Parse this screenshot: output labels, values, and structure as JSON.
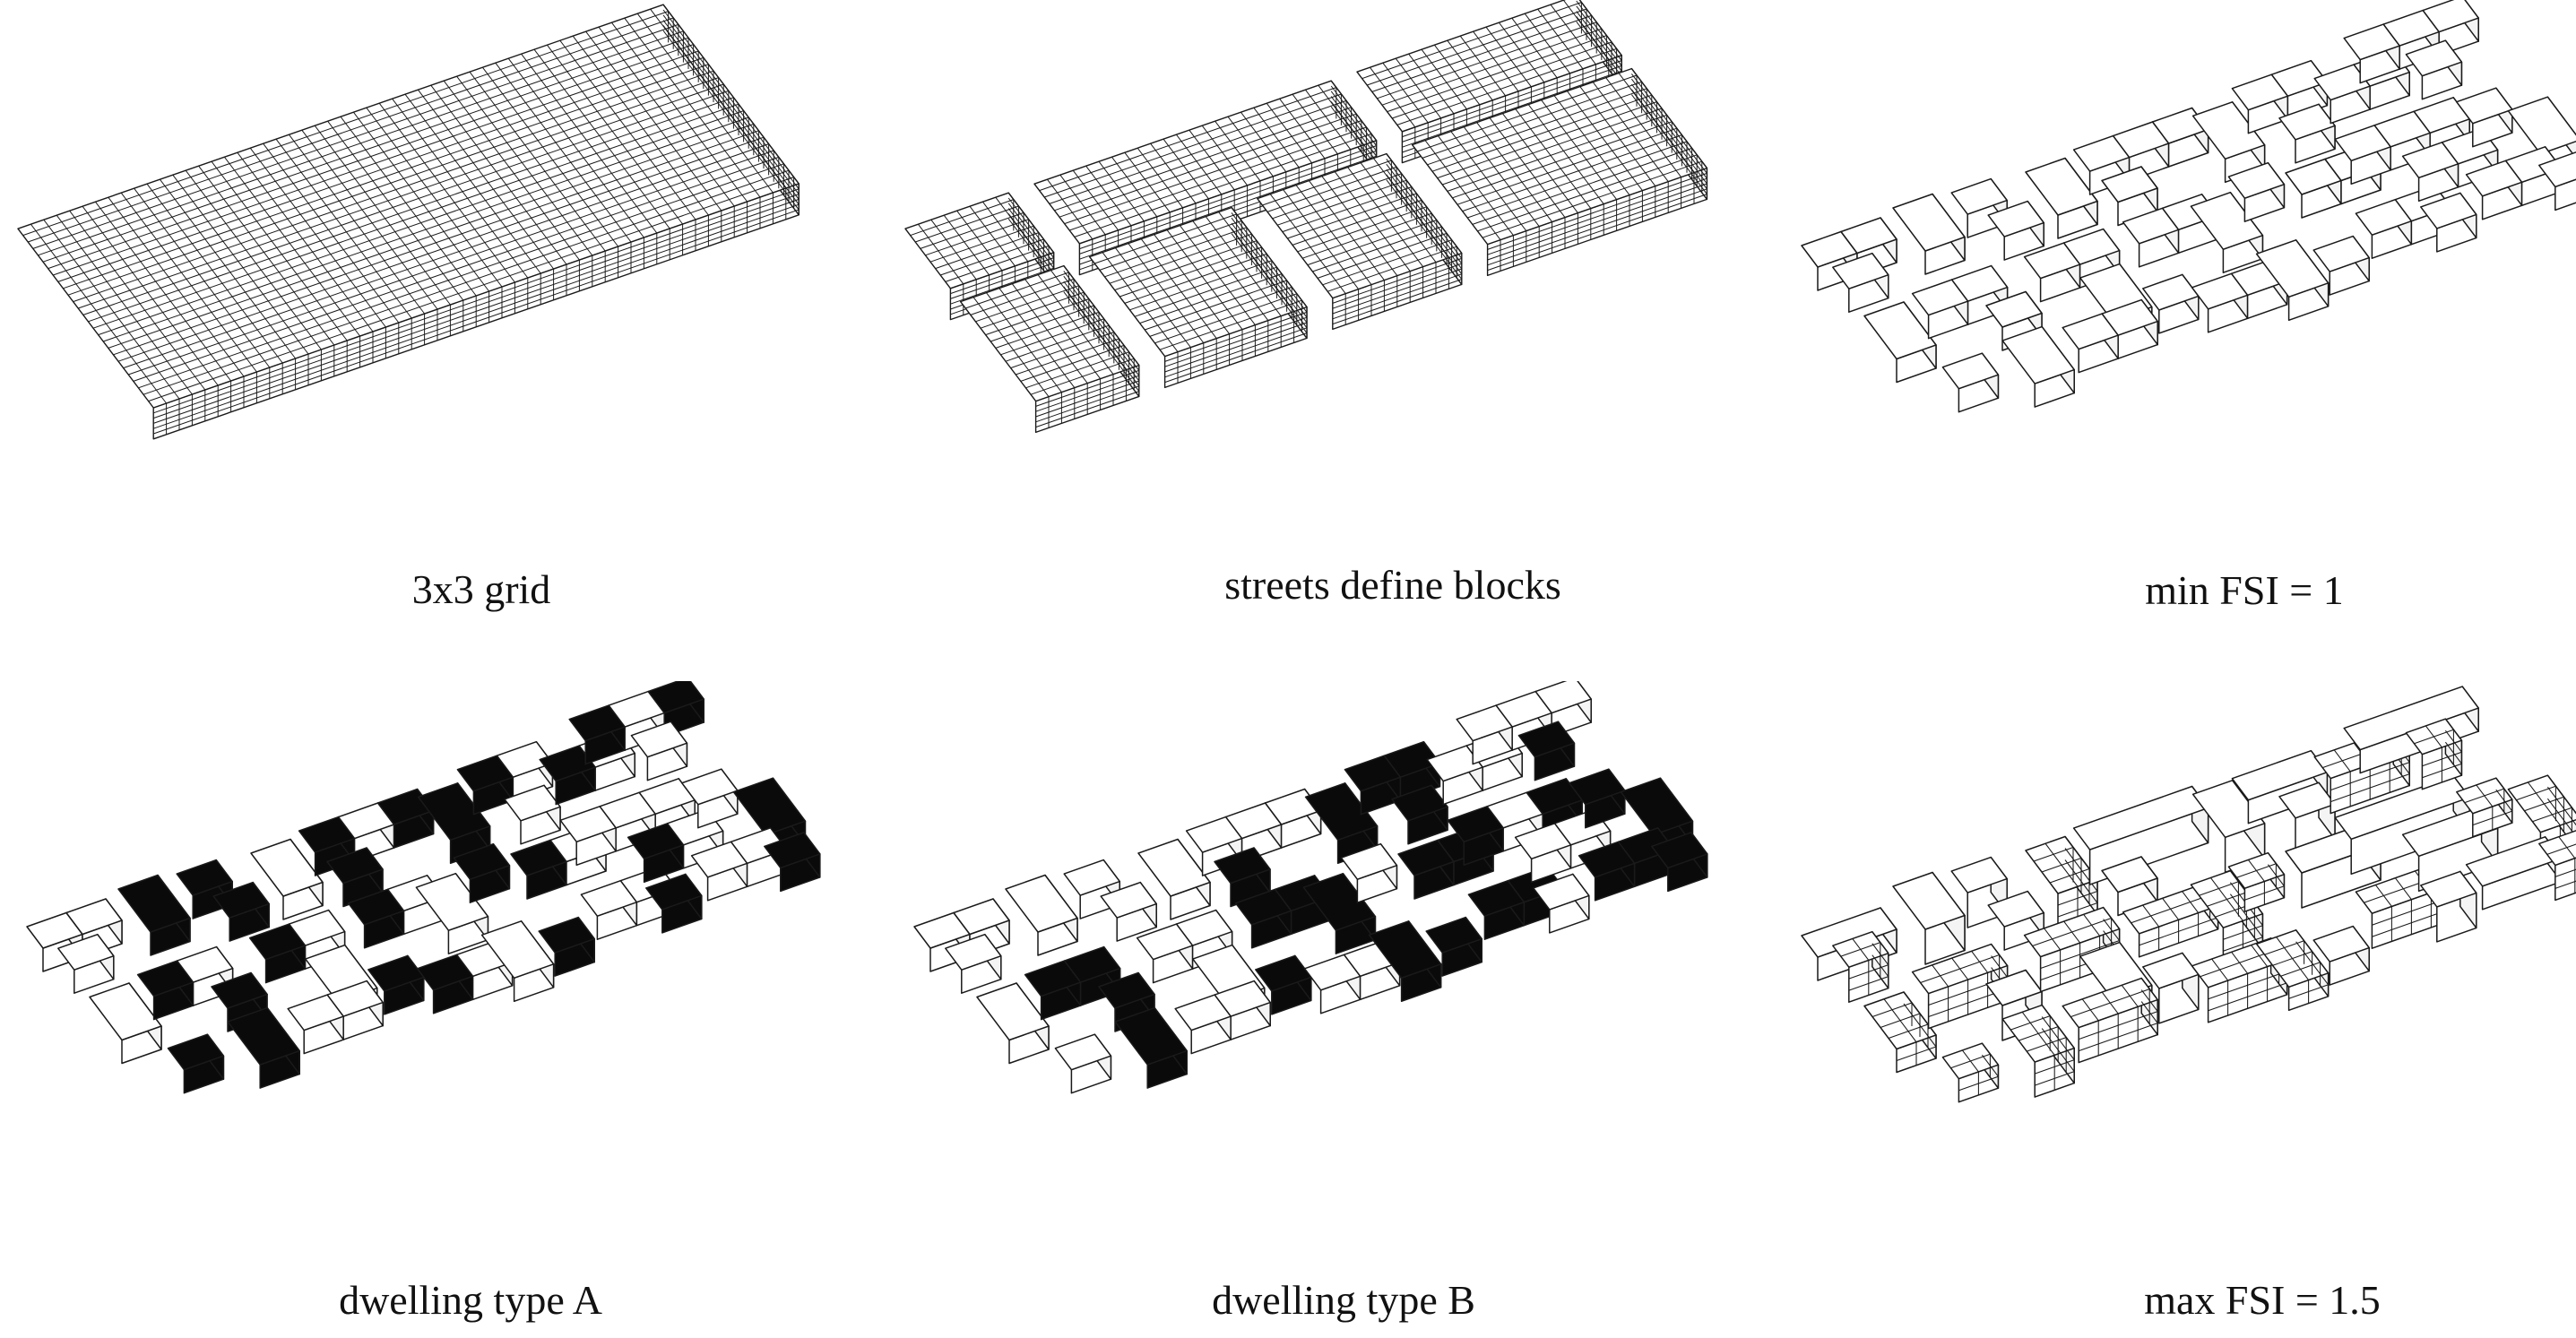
{
  "panels": [
    {
      "caption": "3x3 grid"
    },
    {
      "caption": "streets define blocks"
    },
    {
      "caption": "min FSI = 1"
    },
    {
      "caption": "dwelling type A"
    },
    {
      "caption": "dwelling type B"
    },
    {
      "caption": "max FSI = 1.5"
    }
  ],
  "colors": {
    "line": "#1a1a1a",
    "face_light": "#ffffff",
    "face_side": "#f4f4f4",
    "face_dark": "#0a0a0a"
  }
}
